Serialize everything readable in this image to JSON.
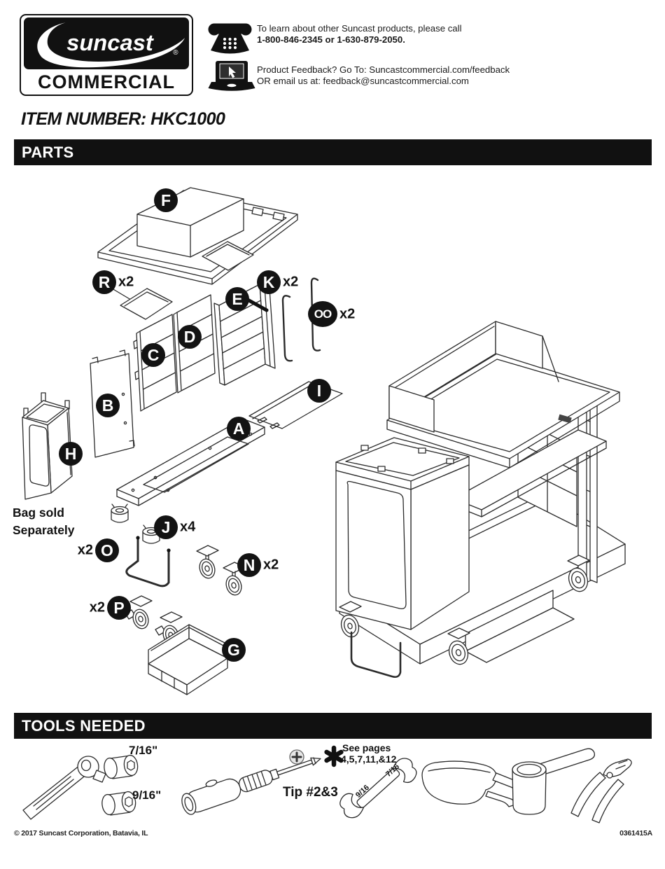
{
  "header": {
    "logo_primary": "suncast",
    "logo_reg": "®",
    "logo_secondary": "COMMERCIAL",
    "phone_note_line1": "To learn about other Suncast products, please call",
    "phone_note_line2": "1-800-846-2345 or 1-630-879-2050.",
    "feedback_line1": "Product Feedback? Go To: Suncastcommercial.com/feedback",
    "feedback_line2": "OR email us at: feedback@suncastcommercial.com"
  },
  "item_number_label": "ITEM NUMBER: HKC1000",
  "sections": {
    "parts": "PARTS",
    "tools": "TOOLS NEEDED"
  },
  "parts": {
    "badges": [
      {
        "letter": "F",
        "qty": ""
      },
      {
        "letter": "R",
        "qty": "x2"
      },
      {
        "letter": "K",
        "qty": "x2"
      },
      {
        "letter": "E",
        "qty": ""
      },
      {
        "letter": "OO",
        "qty": "x2"
      },
      {
        "letter": "C",
        "qty": ""
      },
      {
        "letter": "D",
        "qty": ""
      },
      {
        "letter": "B",
        "qty": ""
      },
      {
        "letter": "I",
        "qty": ""
      },
      {
        "letter": "A",
        "qty": ""
      },
      {
        "letter": "H",
        "qty": ""
      },
      {
        "letter": "J",
        "qty": "x4"
      },
      {
        "letter": "O",
        "qty": "x2"
      },
      {
        "letter": "N",
        "qty": "x2"
      },
      {
        "letter": "P",
        "qty": "x2"
      },
      {
        "letter": "G",
        "qty": ""
      }
    ],
    "bag_note_line1": "Bag sold",
    "bag_note_line2": "Separately"
  },
  "tools": {
    "socket_small_label": "7/16\"",
    "socket_large_label": "9/16\"",
    "screwdriver_tip_label": "Tip #2&3",
    "see_pages_line1": "See pages",
    "see_pages_line2": "4,5,7,11,&12",
    "wrench_size_lower": "9/16",
    "wrench_size_upper": "7/16"
  },
  "footer": {
    "copyright": "© 2017 Suncast Corporation, Batavia, IL",
    "doc_number": "0361415A"
  }
}
